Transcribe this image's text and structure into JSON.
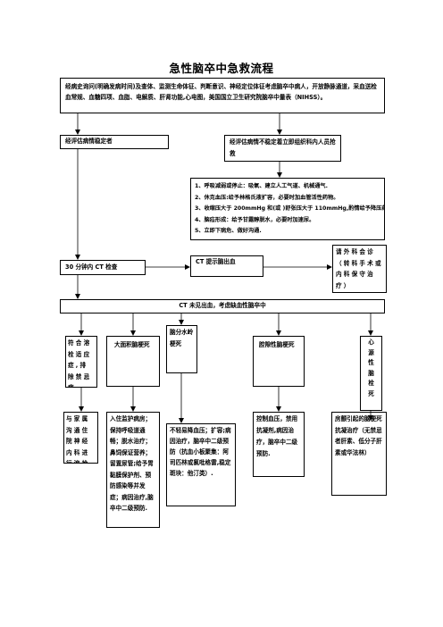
{
  "title": "急性脑卒中急救流程",
  "intro": "经病史询问(明确发病时间)及查体、监测生命体征、判断意识、神经定位体征考虑脑卒中病人，开放静脉通道，采血送检血常规、血糖四项、血脂、电解质、肝肾功能,心电图，美国国立卫生研究院脑卒中量表（NIHSS）。",
  "stable": "经评估病情稳定者",
  "unstable": "经评估病情不稳定着立即组织科内人员抢救",
  "rescue_steps": [
    "1、呼吸减弱或停止：吸氧、建立人工气道、机械通气.",
    "2、休克血压:给予林格氏液扩容，必要时加血管活性药物。",
    "3、收缩压大于 200mmHg 和(或 )舒张压大于 110mmHg,酌情给予降压药。",
    "4、脑疝形成：给予甘露醇脱水，必要时加速尿。",
    "5、立即下病危、做好沟通."
  ],
  "ct_check": "30 分钟内 CT 检查",
  "ct_hemorrhage": "CT 提示脑出血",
  "neurosurgery": "请外科会诊（转科手术或内科保守治疗）",
  "ct_no_bleed": "CT 未见出血，考虑缺血性脑卒中",
  "categories": {
    "thrombolysis": "符合溶栓适应症,排除禁忌症",
    "large_infarct": "大面积脑梗死",
    "watershed": "脑分水岭梗死",
    "lacunar": "腔隙性脑梗死",
    "cardioembolic": "心源性脑栓死"
  },
  "treatments": {
    "thrombolysis": "与家属沟通住院神经内科进行溶栓治疗",
    "large_infarct": "入住监护病房；保持呼吸道通畅；脱水治疗；鼻饲保证营养；留置尿管;给予胃黏膜保护剂、预防感染等并发症；病因治疗,脑卒中二级预防.",
    "watershed": "不轻易降血压；扩容;病因治疗，脑卒中二级预防（抗血小板聚集：阿司匹林或氯吡格雷,稳定斑块：他汀类）.",
    "lacunar": "控制血压，禁用抗凝剂,病因治疗，脑卒中二级预防.",
    "cardioembolic": "房颤引起的脑梗死抗凝治疗（无禁忌者肝素、低分子肝素或华法林）"
  }
}
